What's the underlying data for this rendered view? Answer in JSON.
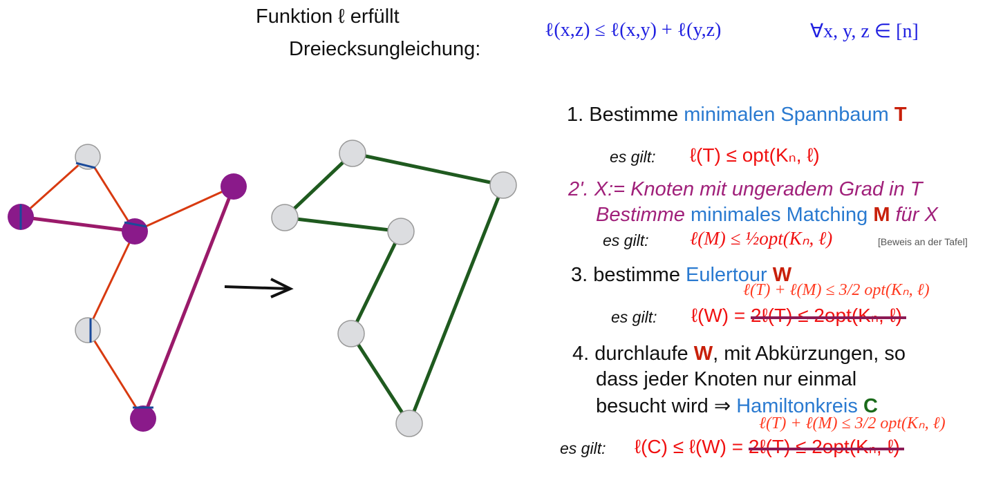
{
  "header": {
    "line1": "Funktion  ℓ  erfüllt",
    "line2": "Dreiecksungleichung:",
    "formula": "ℓ(x,z) ≤ ℓ(x,y) + ℓ(y,z)",
    "quantifier": "∀x, y, z ∈ [n]"
  },
  "steps": {
    "s1_prefix": "1. Bestimme ",
    "s1_blue": "minimalen Spannbaum ",
    "s1_var": "T",
    "s1_gilt": "es gilt:",
    "s1_formula": "ℓ(T) ≤ opt(Kₙ, ℓ)",
    "s2_line1": "2'. X:= Knoten mit ungeradem Grad in T",
    "s2_prefix": "Bestimme ",
    "s2_blue": "minimales Matching ",
    "s2_var": "M",
    "s2_suffix": " für X",
    "s2_gilt": "es gilt:",
    "s2_formula": "ℓ(M) ≤ ½opt(Kₙ, ℓ)",
    "s2_note": "[Beweis an der Tafel]",
    "s3_prefix": "3. bestimme ",
    "s3_blue": "Eulertour ",
    "s3_var": "W",
    "s3_annot": "ℓ(T) + ℓ(M) ≤ 3/2 opt(Kₙ, ℓ)",
    "s3_gilt": "es gilt:",
    "s3_formula": "ℓ(W) = ",
    "s3_struck": "2ℓ(T) ≤ 2opt(Kₙ, ℓ)",
    "s4_line1_prefix": "4. durchlaufe ",
    "s4_var": "W",
    "s4_line1_suffix": ", mit Abkürzungen, so",
    "s4_line2": "dass jeder Knoten nur einmal",
    "s4_line3": "besucht wird   ⇒ ",
    "s4_blue": "Hamiltonkreis ",
    "s4_c": "C",
    "s4_annot": "ℓ(T) + ℓ(M) ≤ 3/2 opt(Kₙ, ℓ)",
    "s4_gilt": "es gilt:",
    "s4_formula": "ℓ(C) ≤ ℓ(W) = ",
    "s4_struck": "2ℓ(T) ≤ 2opt(Kₙ, ℓ)"
  },
  "colors": {
    "tree_edge": "#d83a10",
    "matching_edge": "#9a1a6a",
    "odd_node": "#8a1a8a",
    "node": "#dcdde0",
    "tour_edge": "#1f5a1f"
  }
}
